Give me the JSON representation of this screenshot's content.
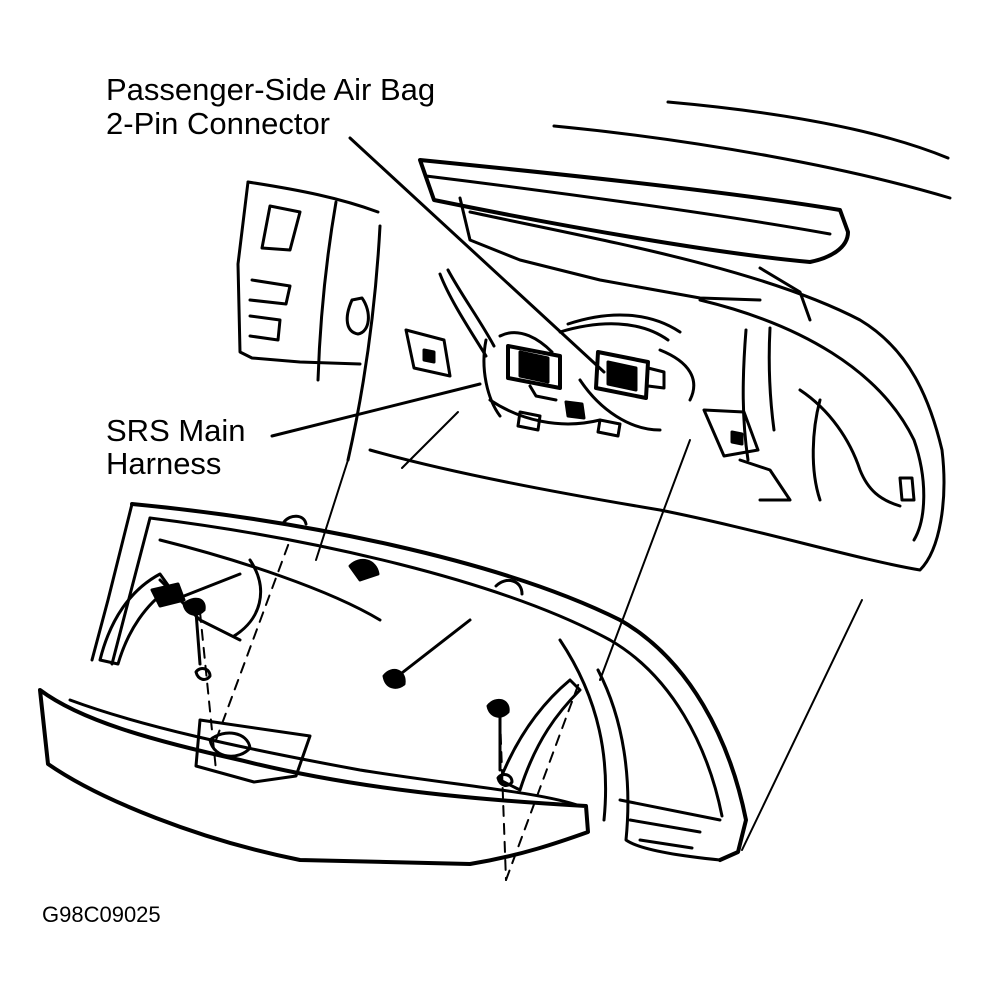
{
  "callouts": {
    "airbag_connector": {
      "line1": "Passenger-Side Air Bag",
      "line2": "2-Pin Connector"
    },
    "srs_harness": {
      "line1": "SRS Main",
      "line2": "Harness"
    }
  },
  "figure_code": "G98C09025",
  "colors": {
    "ink": "#000000",
    "paper": "#ffffff"
  }
}
